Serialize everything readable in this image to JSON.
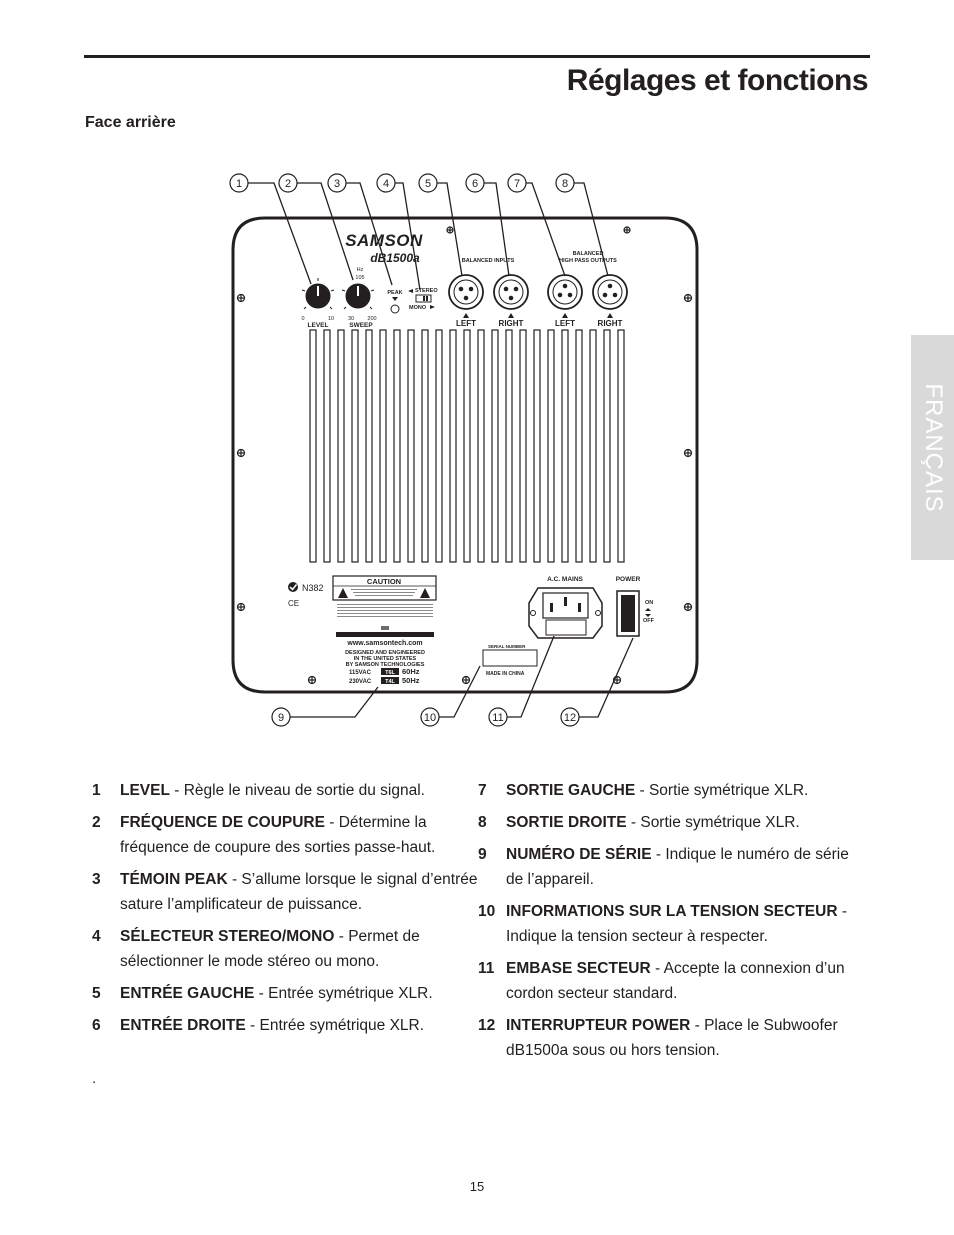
{
  "page": {
    "title": "Réglages et fonctions",
    "subtitle": "Face arrière",
    "language_tab": "FRANÇAIS",
    "footnote": ".",
    "page_number": "15"
  },
  "panel": {
    "brand": "SAMSON",
    "model": "dB1500a",
    "callouts": [
      "1",
      "2",
      "3",
      "4",
      "5",
      "6",
      "7",
      "8",
      "9",
      "10",
      "11",
      "12"
    ],
    "level_label": "LEVEL",
    "level_min": "0",
    "level_max": "10",
    "sweep_label": "SWEEP",
    "sweep_unit": "Hz",
    "sweep_mid": "105",
    "sweep_min": "30",
    "sweep_max": "200",
    "peak_label": "PEAK",
    "stereo_label": "STEREO",
    "mono_label": "MONO",
    "inputs_label": "BALANCED INPUTS",
    "outputs_label_1": "BALANCED",
    "outputs_label_2": "HIGH PASS OUTPUTS",
    "left": "LEFT",
    "right": "RIGHT",
    "cert": "N382",
    "ce": "CE",
    "caution_title": "CAUTION",
    "website": "www.samsontech.com",
    "designed_1": "DESIGNED AND ENGINEERED",
    "designed_2": "IN THE UNITED STATES",
    "designed_3": "BY SAMSON TECHNOLOGIES",
    "volt_1": "115VAC",
    "fuse_1": "T6L",
    "freq_1": "60Hz",
    "volt_2": "230VAC",
    "fuse_2": "T4L",
    "freq_2": "50Hz",
    "serial_label": "SERIAL NUMBER",
    "made_in": "MADE IN CHINA",
    "ac_mains": "A.C. MAINS",
    "power_label": "POWER",
    "on": "ON",
    "off": "OFF"
  },
  "items_left": [
    {
      "num": "1",
      "name": "LEVEL",
      "desc": " - Règle le niveau de sortie du signal."
    },
    {
      "num": "2",
      "name": "FRÉQUENCE DE COUPURE",
      "desc": " - Détermine la fréquence de coupure des sorties passe-haut."
    },
    {
      "num": "3",
      "name": "TÉMOIN PEAK",
      "desc": " - S’allume lorsque le signal d’entrée sature l’amplificateur de puissance."
    },
    {
      "num": "4",
      "name": "SÉLECTEUR STEREO/MONO",
      "desc": " - Permet de sélectionner le mode stéreo ou mono."
    },
    {
      "num": "5",
      "name": "ENTRÉE GAUCHE",
      "desc": " - Entrée symétrique XLR."
    },
    {
      "num": "6",
      "name": "ENTRÉE DROITE",
      "desc": " - Entrée symétrique XLR."
    }
  ],
  "items_right": [
    {
      "num": "7",
      "name": "SORTIE GAUCHE",
      "desc": " -  Sortie symétrique XLR."
    },
    {
      "num": "8",
      "name": "SORTIE DROITE",
      "desc": " - Sortie symétrique XLR."
    },
    {
      "num": "9",
      "name": "NUMÉRO DE SÉRIE",
      "desc": "  - Indique le numéro de série de l’appareil."
    },
    {
      "num": "10",
      "name": "INFORMATIONS SUR LA TENSION SECTEUR",
      "desc": " - Indique la tension secteur à respecter."
    },
    {
      "num": "11",
      "name": "EMBASE SECTEUR",
      "desc": " -  Accepte la connexion d’un cordon secteur standard."
    },
    {
      "num": "12",
      "name": "INTERRUPTEUR POWER",
      "desc": " - Place le Subwoofer dB1500a sous ou hors tension."
    }
  ]
}
